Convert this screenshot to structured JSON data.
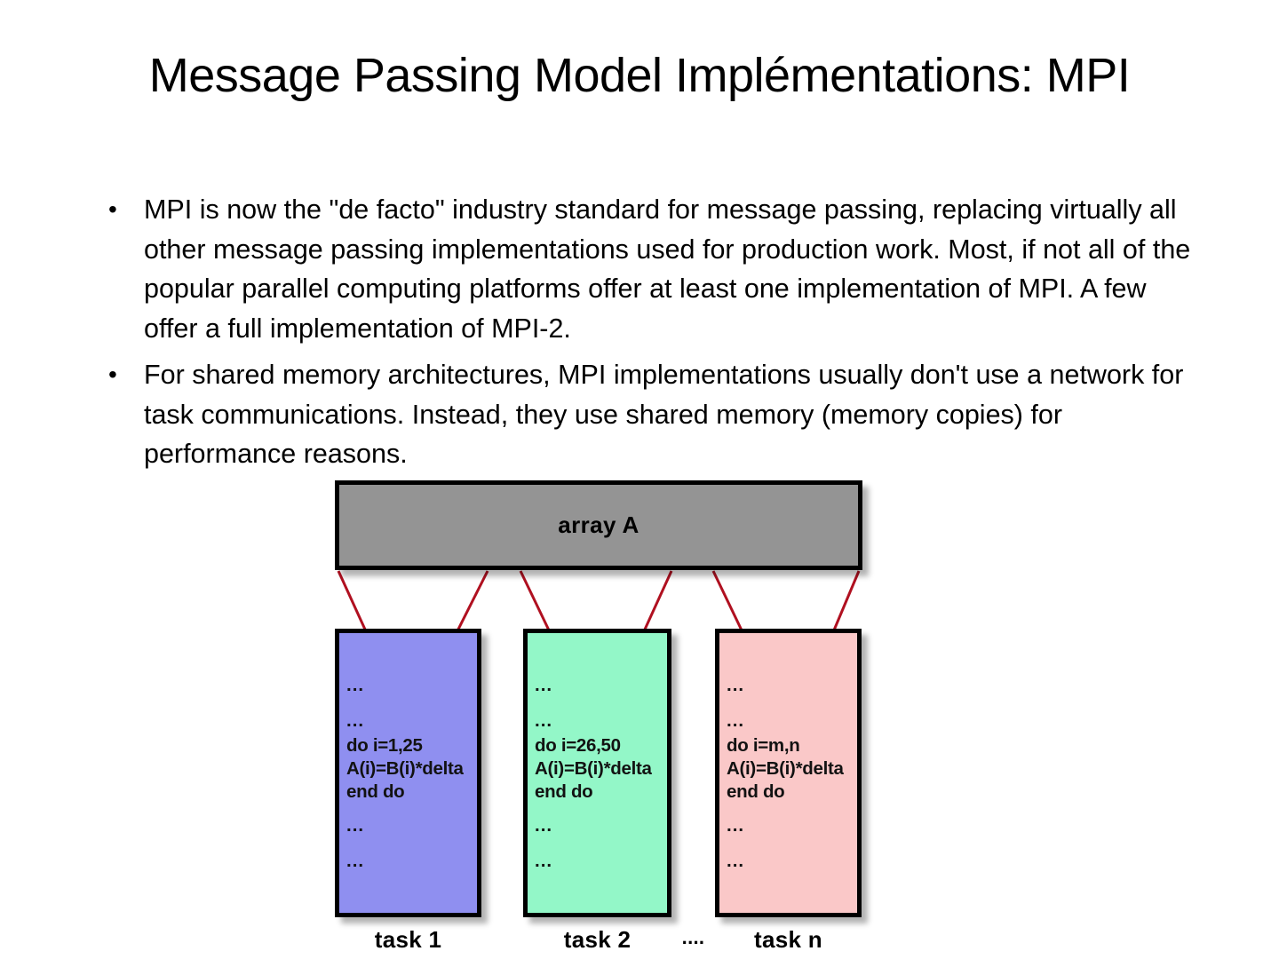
{
  "slide": {
    "title": "Message Passing Model Implémentations: MPI",
    "bullet_glyph": "•"
  },
  "bullets": [
    {
      "text": "MPI is now the \"de facto\" industry standard for message passing, replacing virtually all other message passing implementations used for production work. Most, if not all of the popular parallel computing platforms offer at least one implementation of MPI. A few offer a full implementation of MPI-2."
    },
    {
      "text": "For shared memory architectures, MPI implementations usually don't use a network for task communications. Instead, they use shared memory (memory copies) for performance reasons."
    }
  ],
  "diagram": {
    "array": {
      "label": "array A",
      "fill": "#949494",
      "stroke": "#000000"
    },
    "connector_color": "#B01020",
    "tasks": [
      {
        "caption": "task 1",
        "fill": "#8F8FF0",
        "code": [
          "...",
          "...",
          "do i=1,25",
          "A(i)=B(i)*delta",
          "end do",
          "...",
          "..."
        ]
      },
      {
        "caption": "task 2",
        "fill": "#93F7C8",
        "code": [
          "...",
          "...",
          "do i=26,50",
          "A(i)=B(i)*delta",
          "end do",
          "...",
          "..."
        ]
      },
      {
        "caption": "task n",
        "fill": "#FAC8C8",
        "code": [
          "...",
          "...",
          "do i=m,n",
          "A(i)=B(i)*delta",
          "end do",
          "...",
          "..."
        ]
      }
    ],
    "ellipsis_caption": "...."
  }
}
